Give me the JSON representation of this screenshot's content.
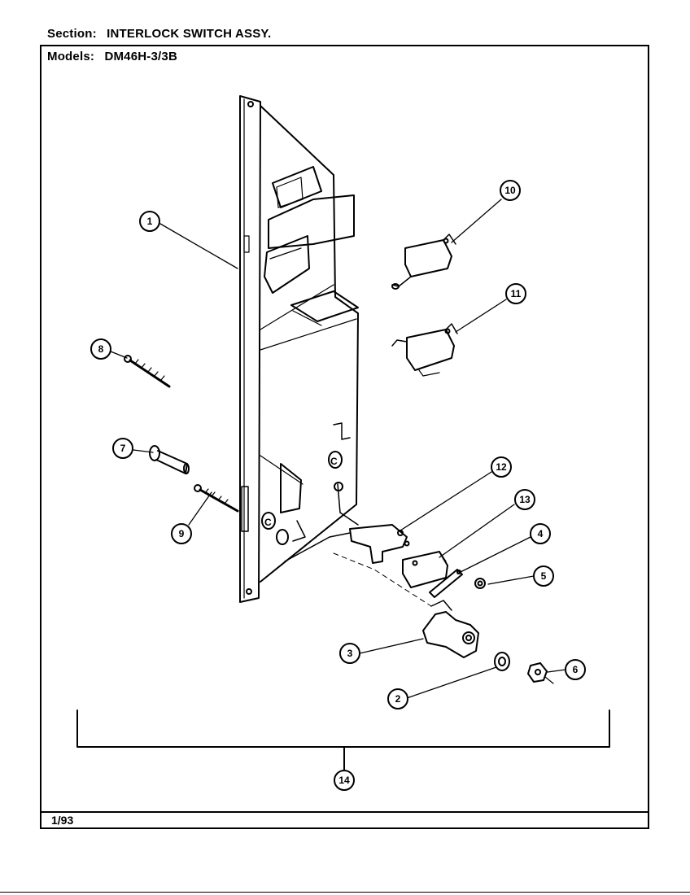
{
  "header": {
    "section_label": "Section:",
    "section_value": "INTERLOCK SWITCH ASSY.",
    "models_label": "Models:",
    "models_value": "DM46H-3/3B"
  },
  "footer": {
    "date": "1/93"
  },
  "callouts": [
    "1",
    "2",
    "3",
    "4",
    "5",
    "6",
    "7",
    "8",
    "9",
    "10",
    "11",
    "12",
    "13",
    "14"
  ],
  "colors": {
    "ink": "#000000",
    "paper": "#ffffff"
  }
}
